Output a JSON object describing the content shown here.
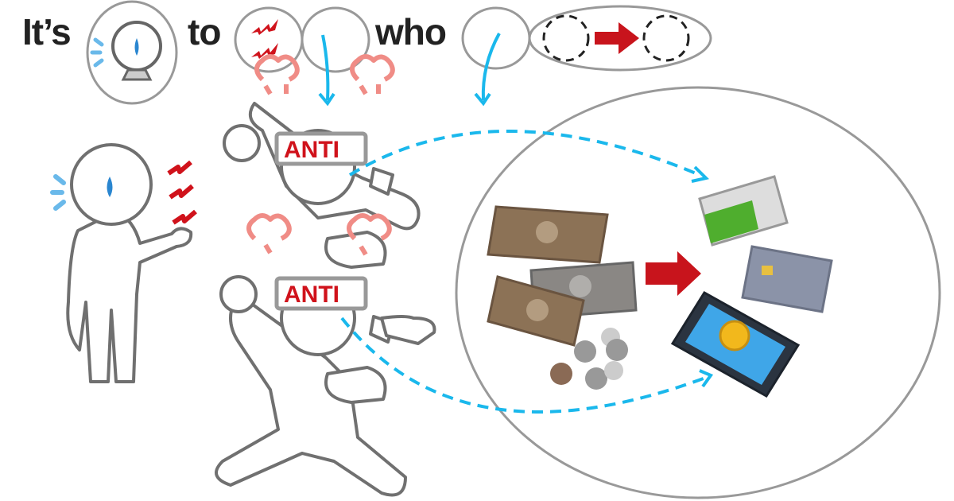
{
  "sentence": {
    "word1": "It’s",
    "word2": "to",
    "word3": "who"
  },
  "headbands": {
    "top": "ANTI",
    "bottom": "ANTI"
  },
  "colors": {
    "outline": "#888888",
    "figure": "#6b6b6b",
    "red": "#cc1a1a",
    "blue_arrow": "#1ab8ec",
    "sweat": "#3a9ee0",
    "steam": "#f08c86"
  }
}
